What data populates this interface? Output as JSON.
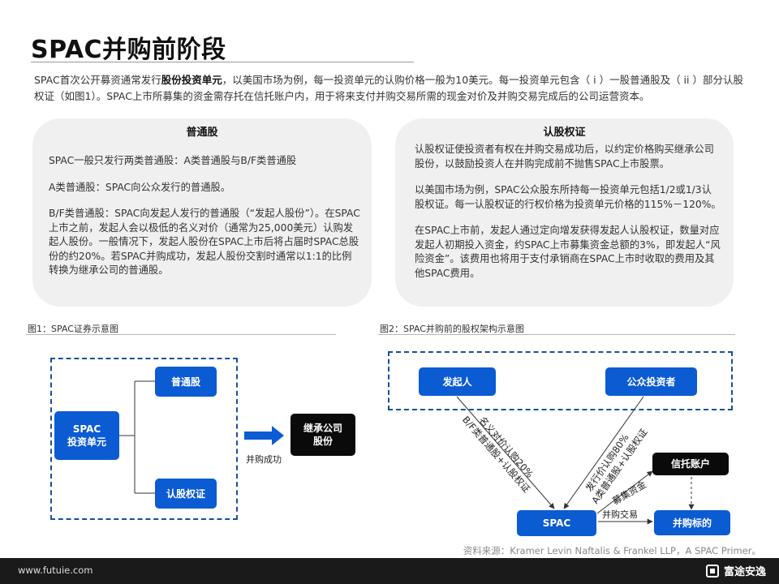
{
  "title": "SPAC并购前阶段",
  "intro": {
    "part1": "SPAC首次公开募资通常发行",
    "bold": "股份投资单元",
    "part2": "，以美国市场为例，每一投资单元的认购价格一般为10美元。每一投资单元包含（ i ）一股普通股及（ ii ）部分认股权证（如图1）。SPAC上市所募集的资金需存托在信托账户内，用于将来支付并购交易所需的现金对价及并购交易完成后的公司运营资本。"
  },
  "cards": {
    "left": {
      "title": "普通股",
      "paragraphs": [
        "SPAC一般只发行两类普通股：A类普通股与B/F类普通股",
        "A类普通股：SPAC向公众发行的普通股。",
        "B/F类普通股：SPAC向发起人发行的普通股（“发起人股份”）。在SPAC上市之前，发起人会以极低的名义对价（通常为25,000美元）认购发起人股份。一般情况下，发起人股份在SPAC上市后将占届时SPAC总股份的约20%。若SPAC并购成功，发起人股份交割时通常以1:1的比例转换为继承公司的普通股。"
      ]
    },
    "right": {
      "title": "认股权证",
      "paragraphs": [
        "认股权证使投资者有权在并购交易成功后，以约定价格购买继承公司股份，以鼓励投资人在并购完成前不抛售SPAC上市股票。",
        "以美国市场为例，SPAC公众股东所持每一投资单元包括1/2或1/3认股权证。每一认股权证的行权价格为投资单元价格的115%－120%。",
        "在SPAC上市前，发起人通过定向增发获得发起人认股权证，数量对应发起人初期投入资金，约SPAC上市募集资金总额的3%，即发起人“风险资金”。该费用也将用于支付承销商在SPAC上市时收取的费用及其他SPAC费用。"
      ]
    }
  },
  "figure1": {
    "caption": "图1：SPAC证券示意图",
    "unit_line1": "SPAC",
    "unit_line2": "投资单元",
    "common": "普通股",
    "warrant": "认股权证",
    "arrow_label": "并购成功",
    "successor_line1": "继承公司",
    "successor_line2": "股份"
  },
  "figure2": {
    "caption": "图2：SPAC并购前的股权架构示意图",
    "sponsor": "发起人",
    "public": "公众投资者",
    "spac": "SPAC",
    "trust": "信托账户",
    "target": "并购标的",
    "sponsor_label1": "名义对价认购20%",
    "sponsor_label2": "B/F类普通股+认股权证",
    "public_label1": "发行价认购80%",
    "public_label2": "A类普通股+认股权证",
    "raise_label": "募集资金",
    "deal_label": "并购交易"
  },
  "source": "资料来源：Kramer Levin Naftalis & Frankel LLP，A SPAC Primer。",
  "footer": {
    "url": "www.futuie.com",
    "brand": "富途安逸"
  },
  "colors": {
    "node_blue": "#0b5bd3",
    "node_dark": "#0a0a0a",
    "dash_blue": "#1a4f9c",
    "card_bg": "#f0f0f0"
  }
}
